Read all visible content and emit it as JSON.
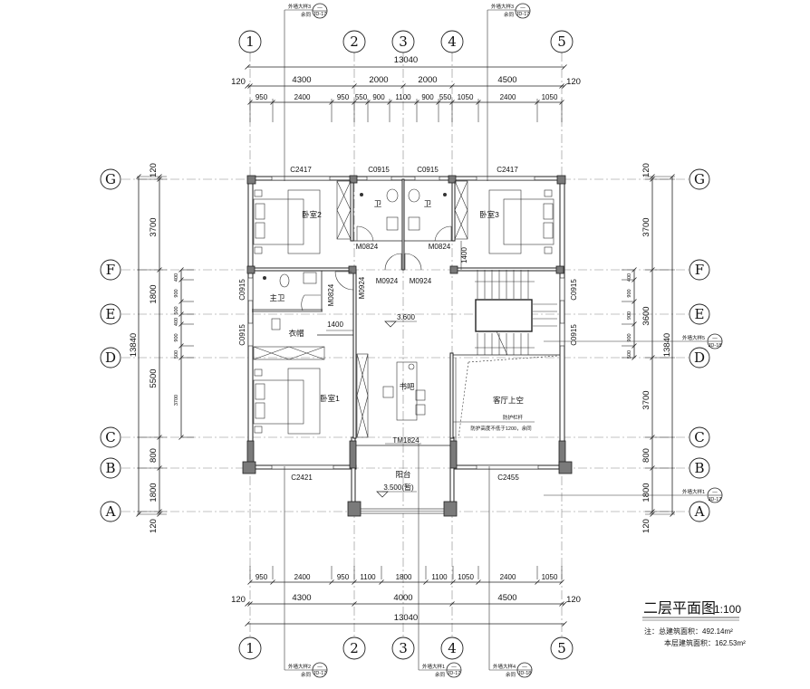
{
  "title": {
    "name": "二层平面图",
    "scale": "1:100",
    "note_total": "注：总建筑面积：492.14m²",
    "note_floor": "本层建筑面积：162.53m²"
  },
  "axes": {
    "cols": [
      "1",
      "2",
      "3",
      "4",
      "5"
    ],
    "rows": [
      "G",
      "F",
      "E",
      "D",
      "C",
      "B",
      "A"
    ]
  },
  "top_dims": {
    "total": "13040",
    "mid": [
      "120",
      "4300",
      "2000",
      "2000",
      "4500",
      "120"
    ],
    "detail": [
      "950",
      "2400",
      "950",
      "550",
      "900",
      "1100",
      "900",
      "550",
      "1050",
      "2400",
      "1050"
    ]
  },
  "bottom_dims": {
    "total": "13040",
    "mid": [
      "120",
      "4300",
      "4000",
      "4500",
      "120"
    ],
    "detail": [
      "950",
      "2400",
      "950",
      "1100",
      "1800",
      "1100",
      "1050",
      "2400",
      "1050"
    ]
  },
  "left_dims": {
    "total": "13840",
    "mid": [
      "120",
      "3700",
      "1800",
      "5500",
      "800",
      "1800",
      "120"
    ],
    "detail": [
      "400",
      "900",
      "500",
      "400",
      "900",
      "500",
      "3700"
    ]
  },
  "right_dims": {
    "total": "13840",
    "mid": [
      "120",
      "3700",
      "3600",
      "3700",
      "800",
      "1800",
      "120"
    ],
    "detail": [
      "400",
      "900",
      "900",
      "900",
      "500"
    ]
  },
  "rooms": {
    "bedroom2": "卧室2",
    "bath_a": "卫",
    "bath_b": "卫",
    "bedroom3": "卧室3",
    "master_bath": "主卫",
    "closet": "衣帽",
    "bedroom1": "卧室1",
    "study_bar": "书吧",
    "living_void": "客厅上空",
    "balcony": "阳台"
  },
  "openings": {
    "c2417_a": "C2417",
    "c2417_b": "C2417",
    "c0915_t1": "C0915",
    "c0915_t2": "C0915",
    "c0915_l1": "C0915",
    "c0915_l2": "C0915",
    "c0915_r1": "C0915",
    "c0915_r2": "C0915",
    "m0824_a": "M0824",
    "m0824_b": "M0824",
    "m0824_c": "M0824",
    "m0924_a": "M0924",
    "m0924_b": "M0924",
    "m0924_c": "M0924",
    "tm1824": "TM1824",
    "c2421": "C2421",
    "c2455": "C2455",
    "dim1400_a": "1400",
    "dim1400_b": "1400"
  },
  "levels": {
    "floor": "3.600",
    "balcony": "3.500(暂)"
  },
  "notes": {
    "railing": "防护栏杆",
    "railing_height": "防护高度不低于1200，余同"
  },
  "callouts": {
    "top_left": "外墙大样3",
    "top_right": "外墙大样3",
    "bottom_1": "外墙大样2",
    "bottom_2": "外墙大样1",
    "bottom_3": "外墙大样4",
    "right_1": "外墙大样5",
    "right_2": "外墙大样1",
    "same": "余同",
    "sheet_a": "JD-17",
    "sheet_b": "JD-18",
    "dash": "—"
  }
}
